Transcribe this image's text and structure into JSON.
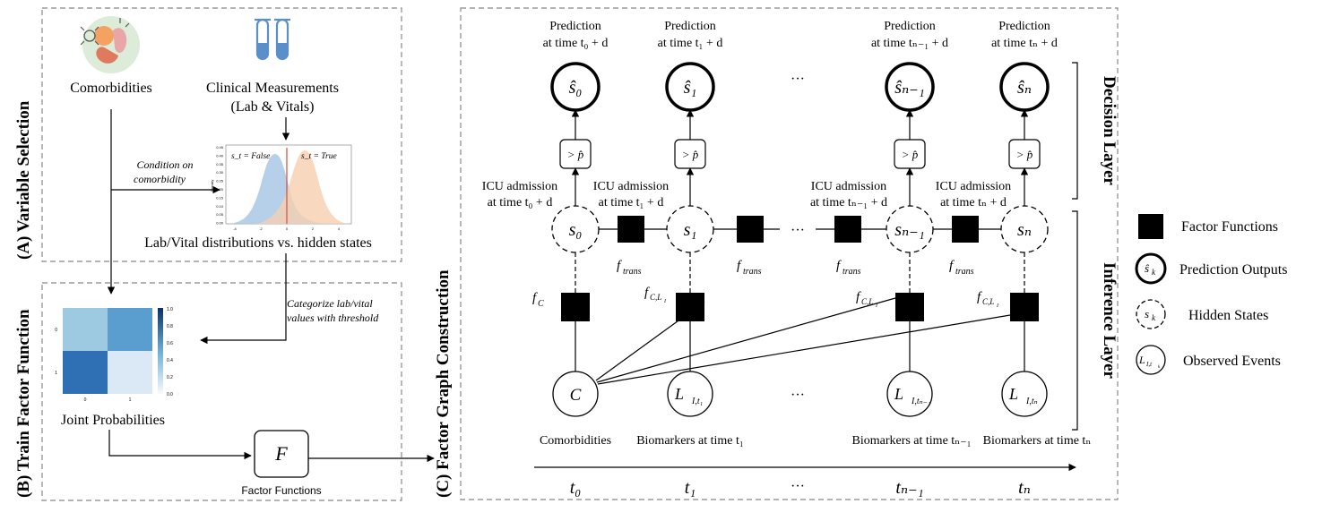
{
  "panels": {
    "a_title": "(A) Variable Selection",
    "b_title": "(B) Train Factor Function",
    "c_title": "(C) Factor Graph Construction"
  },
  "panel_a": {
    "comorbidities": "Comorbidities",
    "clinical_line1": "Clinical Measurements",
    "clinical_line2": "(Lab & Vitals)",
    "condition_line1": "Condition on",
    "condition_line2": "comorbidity",
    "distribution_caption": "Lab/Vital distributions vs. hidden states",
    "plot_false_label": "s_t = False",
    "plot_true_label": "s_t = True",
    "plot_ylabel": "Density",
    "plot_yticks": [
      "0.45",
      "0.40",
      "0.35",
      "0.30",
      "0.25",
      "0.20",
      "0.15",
      "0.10",
      "0.05",
      "0.00"
    ],
    "plot_xticks": [
      "-4",
      "-2",
      "0",
      "2",
      "4"
    ],
    "icons": [
      "comorbidity-organs-icon",
      "test-tubes-icon"
    ]
  },
  "panel_b": {
    "categorize_line1": "Categorize lab/vital",
    "categorize_line2": "values with threshold",
    "joint_caption": "Joint Probabilities",
    "factor_symbol": "F",
    "factor_caption": "Factor Functions",
    "heatmap_colorbar_ticks": [
      "1.0",
      "0.8",
      "0.6",
      "0.4",
      "0.2",
      "0.0"
    ],
    "heatmap_axis_ticks": [
      "0",
      "1"
    ],
    "heatmap_values": [
      [
        0.38,
        0.6
      ],
      [
        0.88,
        0.12
      ]
    ]
  },
  "panel_c": {
    "pred_heading": "Prediction",
    "pred_times": [
      "at time t₀ + d",
      "at time t₁ + d",
      "at time tₙ₋₁ + d",
      "at time tₙ + d"
    ],
    "pred_nodes": [
      "ŝ₀",
      "ŝ₁",
      "ŝₙ₋₁",
      "ŝₙ"
    ],
    "threshold": "> p̂",
    "icu_heading": "ICU admission",
    "icu_times": [
      "at time t₀ + d",
      "at time t₁ + d",
      "at time tₙ₋₁ + d",
      "at time tₙ + d"
    ],
    "hidden_nodes": [
      "s₀",
      "s₁",
      "sₙ₋₁",
      "sₙ"
    ],
    "f_trans": "f",
    "f_trans_sub": "trans",
    "f_c": "f",
    "f_c_sub": "C",
    "f_cl": "f",
    "f_cl_sub": "C,L",
    "f_cl_subsub": "I",
    "observed_nodes": [
      "C",
      "L",
      "L",
      "L"
    ],
    "observed_subs": [
      "",
      "I,t₁",
      "I,tₙ₋₁",
      "I,tₙ"
    ],
    "bottom_labels": [
      "Comorbidities",
      "Biomarkers at time t₁",
      "Biomarkers at time tₙ₋₁",
      "Biomarkers at time tₙ"
    ],
    "ellipsis": "···",
    "time_labels": [
      "t₀",
      "t₁",
      "tₙ₋₁",
      "tₙ"
    ],
    "decision_layer": "Decision Layer",
    "inference_layer": "Inference Layer"
  },
  "legend": {
    "factor": "Factor Functions",
    "prediction": "Prediction Outputs",
    "hidden": "Hidden States",
    "observed": "Observed Events",
    "prediction_symbol": "ŝ",
    "prediction_sub": "k",
    "hidden_symbol": "s",
    "hidden_sub": "k",
    "observed_symbol": "L",
    "observed_sub": "I,t",
    "observed_subsub": "k"
  },
  "colors": {
    "blue_dist": "#a8c8e4",
    "orange_dist": "#f6cfb0",
    "red_line": "#d94b3b",
    "heat_light": "#dbe9f6",
    "heat_mid": "#9ecae1",
    "heat_dark": "#2f6fb3"
  }
}
